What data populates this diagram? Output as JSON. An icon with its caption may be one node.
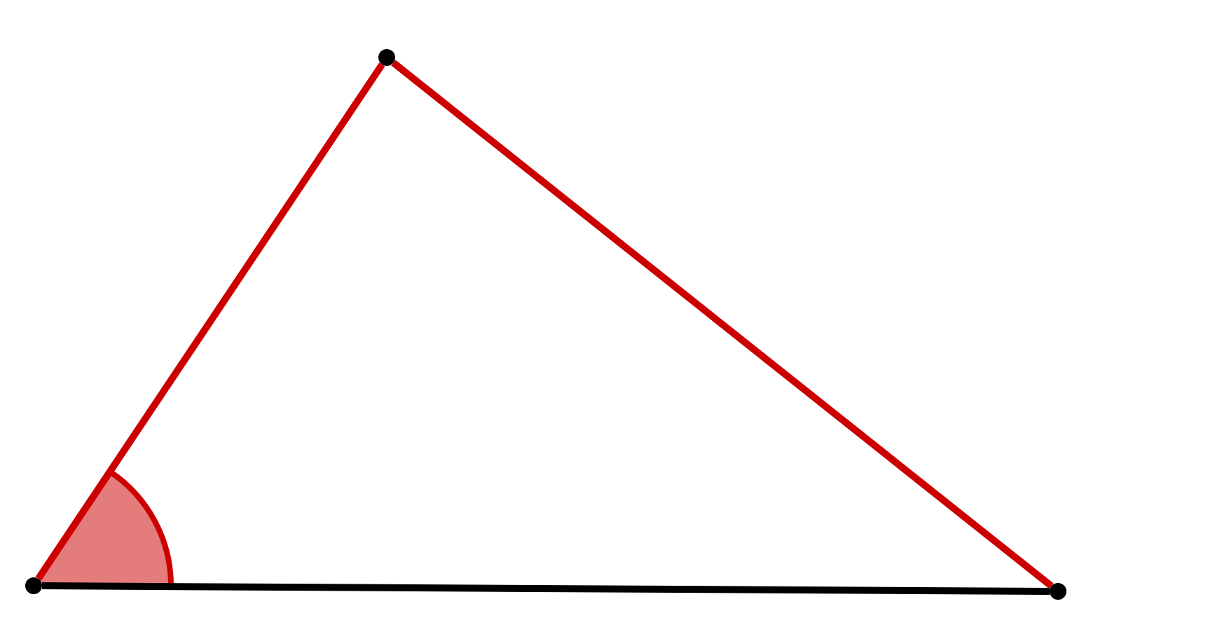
{
  "diagram": {
    "nodes": [
      {
        "text": [],
        "shape": "circle"
      },
      {
        "text": [],
        "shape": "circle"
      },
      {
        "text": [],
        "shape": "circle"
      }
    ],
    "edges": [
      {
        "from": 0,
        "to": 1,
        "arrow": "none"
      },
      {
        "from": 1,
        "to": 2,
        "arrow": "none"
      },
      {
        "from": 0,
        "to": 2,
        "arrow": "none",
        "color": "#000000"
      }
    ]
  }
}
